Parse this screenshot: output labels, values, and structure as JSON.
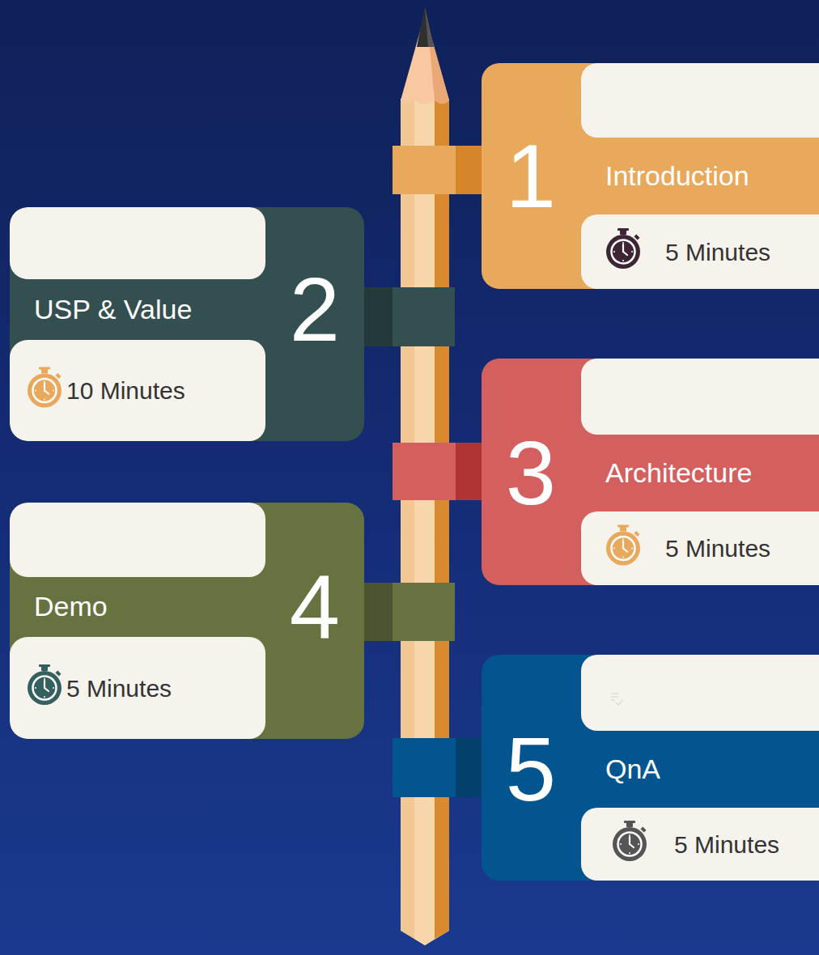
{
  "diagram": {
    "nodes": [
      {
        "text": [
          "1",
          "Introduction",
          "5 Minutes"
        ]
      },
      {
        "text": [
          "2",
          "USP & Value",
          "10 Minutes"
        ]
      },
      {
        "text": [
          "3",
          "Architecture",
          "5 Minutes"
        ]
      },
      {
        "text": [
          "4",
          "Demo",
          "5 Minutes"
        ]
      },
      {
        "text": [
          "5",
          "QnA",
          "5 Minutes"
        ]
      }
    ]
  }
}
